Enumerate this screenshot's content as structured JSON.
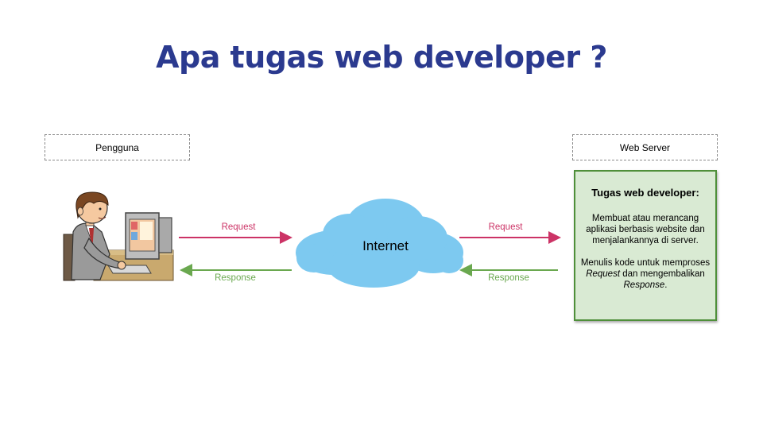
{
  "title": "Apa tugas web developer ?",
  "left_label": "Pengguna",
  "right_label": "Web Server",
  "cloud_label": "Internet",
  "arrows": {
    "request_left": "Request",
    "response_left": "Response",
    "request_right": "Request",
    "response_right": "Response"
  },
  "colors": {
    "title": "#2b3a8f",
    "request": "#cc3366",
    "response": "#6aa84f",
    "cloud": "#7dc9f0",
    "dev_box_bg": "#d9ead3",
    "dev_box_border": "#4f8f3a"
  },
  "dev_box": {
    "heading": "Tugas web developer:",
    "paragraph1": "Membuat atau merancang aplikasi berbasis website dan menjalankannya di server.",
    "p2_before_request": "Menulis kode untuk memproses ",
    "p2_request": "Request",
    "p2_between": " dan mengembalikan ",
    "p2_response": "Response",
    "p2_end": "."
  },
  "illustration": "user-at-computer"
}
